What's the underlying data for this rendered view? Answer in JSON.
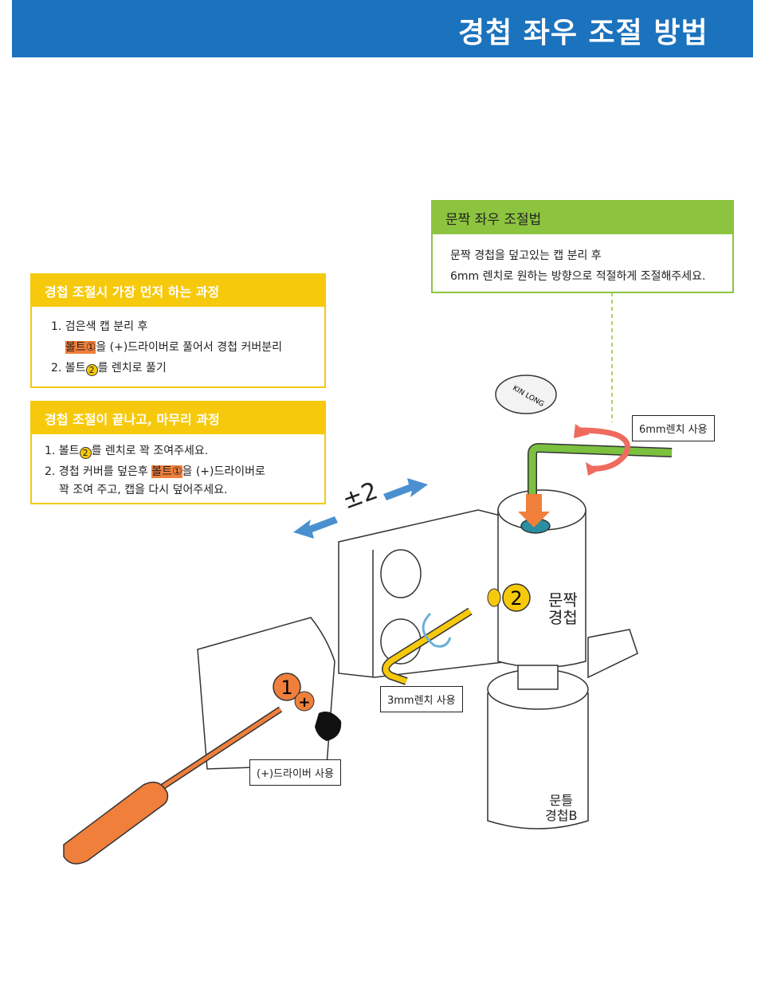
{
  "title": "경첩 좌우 조절 방법",
  "box_first": {
    "title": "경첩 조절시 가장 먼저 하는 과정",
    "l1": "1. 검은색 캡 분리 후",
    "bolt1": "볼트①",
    "l2rest": "을 (+)드라이버로 풀어서 경첩 커버분리",
    "l3a": "2. 볼트",
    "circ2": "2",
    "l3b": "를 렌치로 풀기"
  },
  "box_finish": {
    "title": "경첩 조절이 끝나고, 마무리 과정",
    "l1a": "1. 볼트",
    "circ2": "2",
    "l1b": "를 렌치로 꽉 조여주세요.",
    "l2a": "2. 경첩 커버를 덮은후 ",
    "bolt1": "볼트①",
    "l2b": "을 (+)드라이버로",
    "l3": "꽉 조여 주고, 캡을 다시 덮어주세요."
  },
  "box_door": {
    "title": "문짝 좌우 조절법",
    "l1": "문짝 경첩을 덮고있는 캡 분리 후",
    "l2": "6mm 렌치로 원하는 방향으로 적절하게 조절해주세요."
  },
  "labels": {
    "wrench6": "6mm렌치 사용",
    "wrench3": "3mm렌치 사용",
    "driver": "(+)드라이버 사용",
    "range": "±2",
    "door_hinge": "문짝\n경첩",
    "frame_hinge": "문틀\n경첩B",
    "cap_logo": "KIN LONG",
    "num1": "1",
    "num2": "2"
  },
  "colors": {
    "header": "#1b72bd",
    "yellow": "#f7c90c",
    "green": "#8cc43f",
    "orange": "#f07f3c",
    "blue_arrow": "#4a90d0",
    "red_arrow": "#ee6b5e"
  }
}
